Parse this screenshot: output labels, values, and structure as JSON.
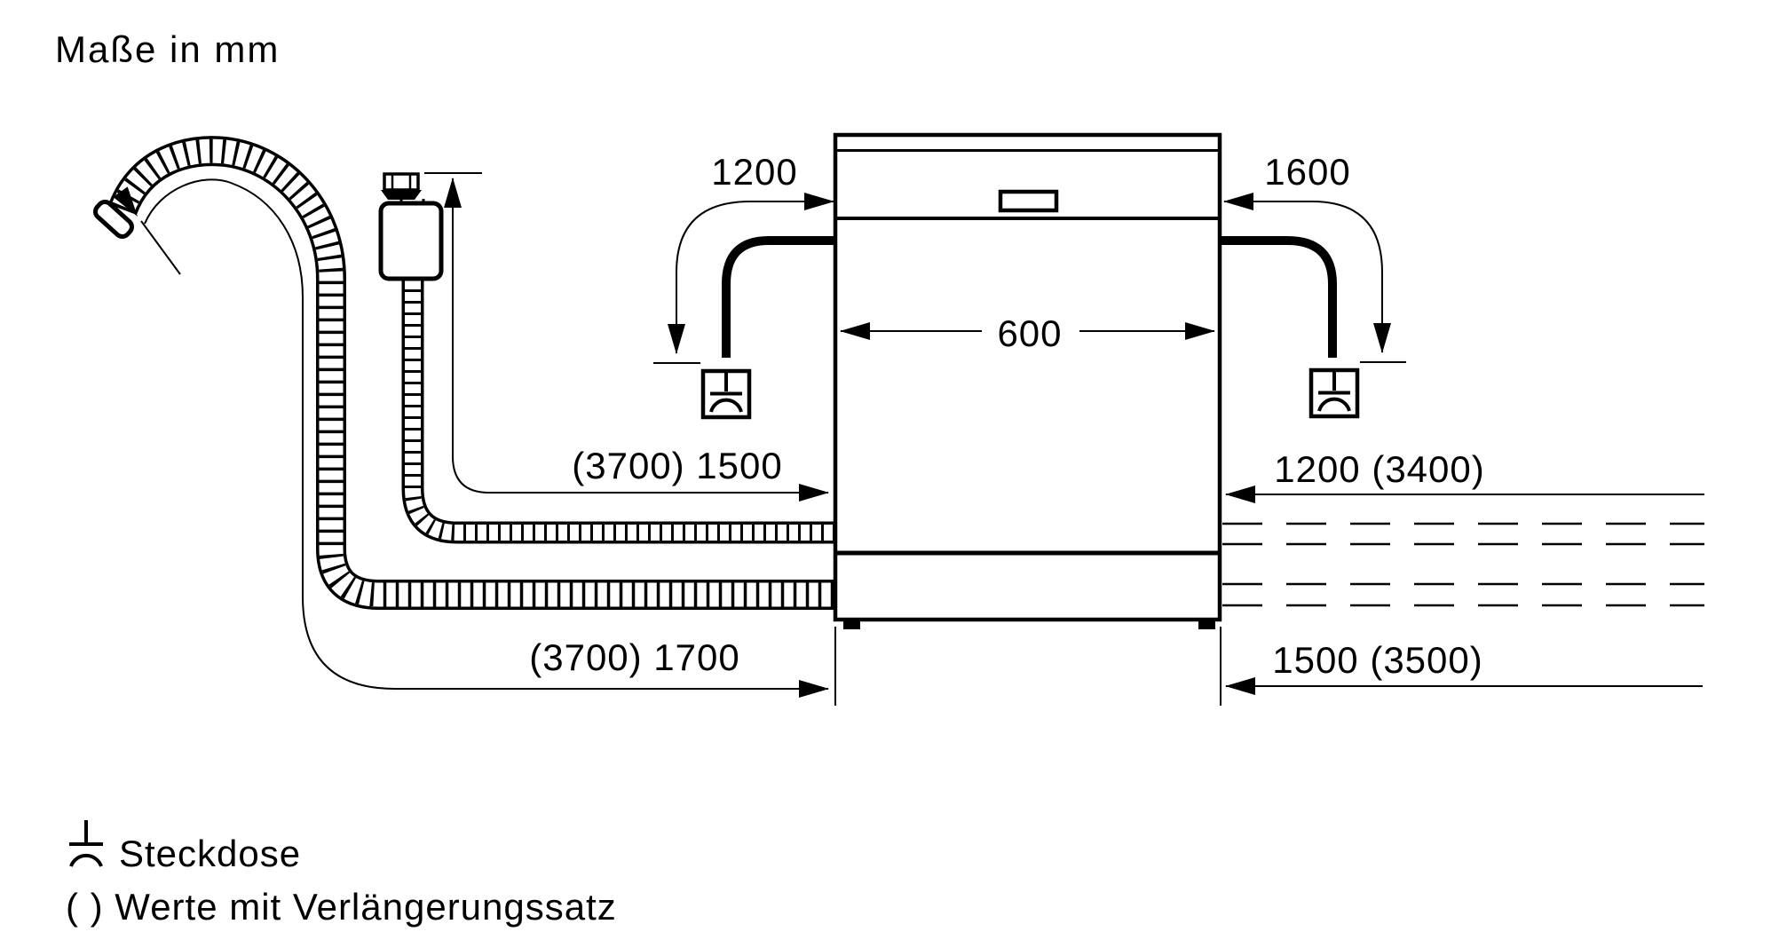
{
  "title": "Maße in mm",
  "dimensions": {
    "cable_left": "1200",
    "cable_right": "1600",
    "appliance_width": "600",
    "supply_hose": "(3700) 1500",
    "drain_hose": "(3700) 1700",
    "right_top": "1200 (3400)",
    "right_bottom": "1500 (3500)"
  },
  "legend": {
    "socket": "Steckdose",
    "extension_note": "( ) Werte mit Verlängerungssatz"
  },
  "colors": {
    "line": "#000000",
    "background": "#ffffff"
  }
}
